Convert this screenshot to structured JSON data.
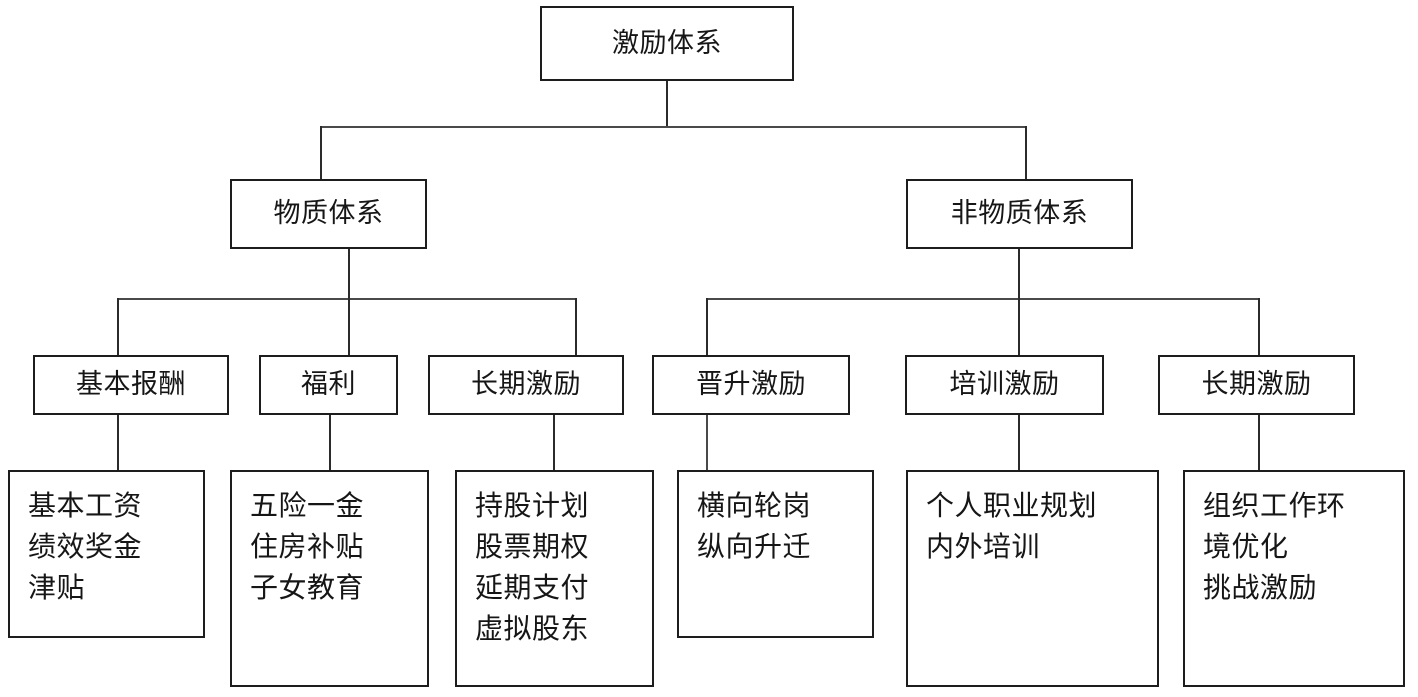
{
  "diagram": {
    "title": "激励体系",
    "type": "organization-tree",
    "root": {
      "label": "激励体系"
    },
    "level2": [
      {
        "id": "material",
        "label": "物质体系"
      },
      {
        "id": "non-material",
        "label": "非物质体系"
      }
    ],
    "level3": [
      {
        "id": "basic-pay",
        "label": "基本报酬",
        "parent": "material"
      },
      {
        "id": "welfare",
        "label": "福利",
        "parent": "material"
      },
      {
        "id": "long-term-material",
        "label": "长期激励",
        "parent": "material"
      },
      {
        "id": "promotion",
        "label": "晋升激励",
        "parent": "non-material"
      },
      {
        "id": "training",
        "label": "培训激励",
        "parent": "non-material"
      },
      {
        "id": "long-term-nonmat",
        "label": "长期激励",
        "parent": "non-material"
      }
    ],
    "leaves": [
      {
        "id": "basic-pay-items",
        "parent": "basic-pay",
        "text": "基本工资\n绩效奖金\n津贴"
      },
      {
        "id": "welfare-items",
        "parent": "welfare",
        "text": "五险一金\n住房补贴\n子女教育"
      },
      {
        "id": "long-term-material-items",
        "parent": "long-term-material",
        "text": "持股计划\n股票期权\n延期支付\n虚拟股东"
      },
      {
        "id": "promotion-items",
        "parent": "promotion",
        "text": "横向轮岗\n纵向升迁"
      },
      {
        "id": "training-items",
        "parent": "training",
        "text": "个人职业规划\n内外培训"
      },
      {
        "id": "long-term-nonmat-items",
        "parent": "long-term-nonmat",
        "text": "组织工作环\n境优化\n挑战激励"
      }
    ],
    "colors": {
      "border": "#1d1d1d",
      "connector": "#2b2b2b",
      "background": "#ffffff",
      "text": "#161616"
    }
  }
}
